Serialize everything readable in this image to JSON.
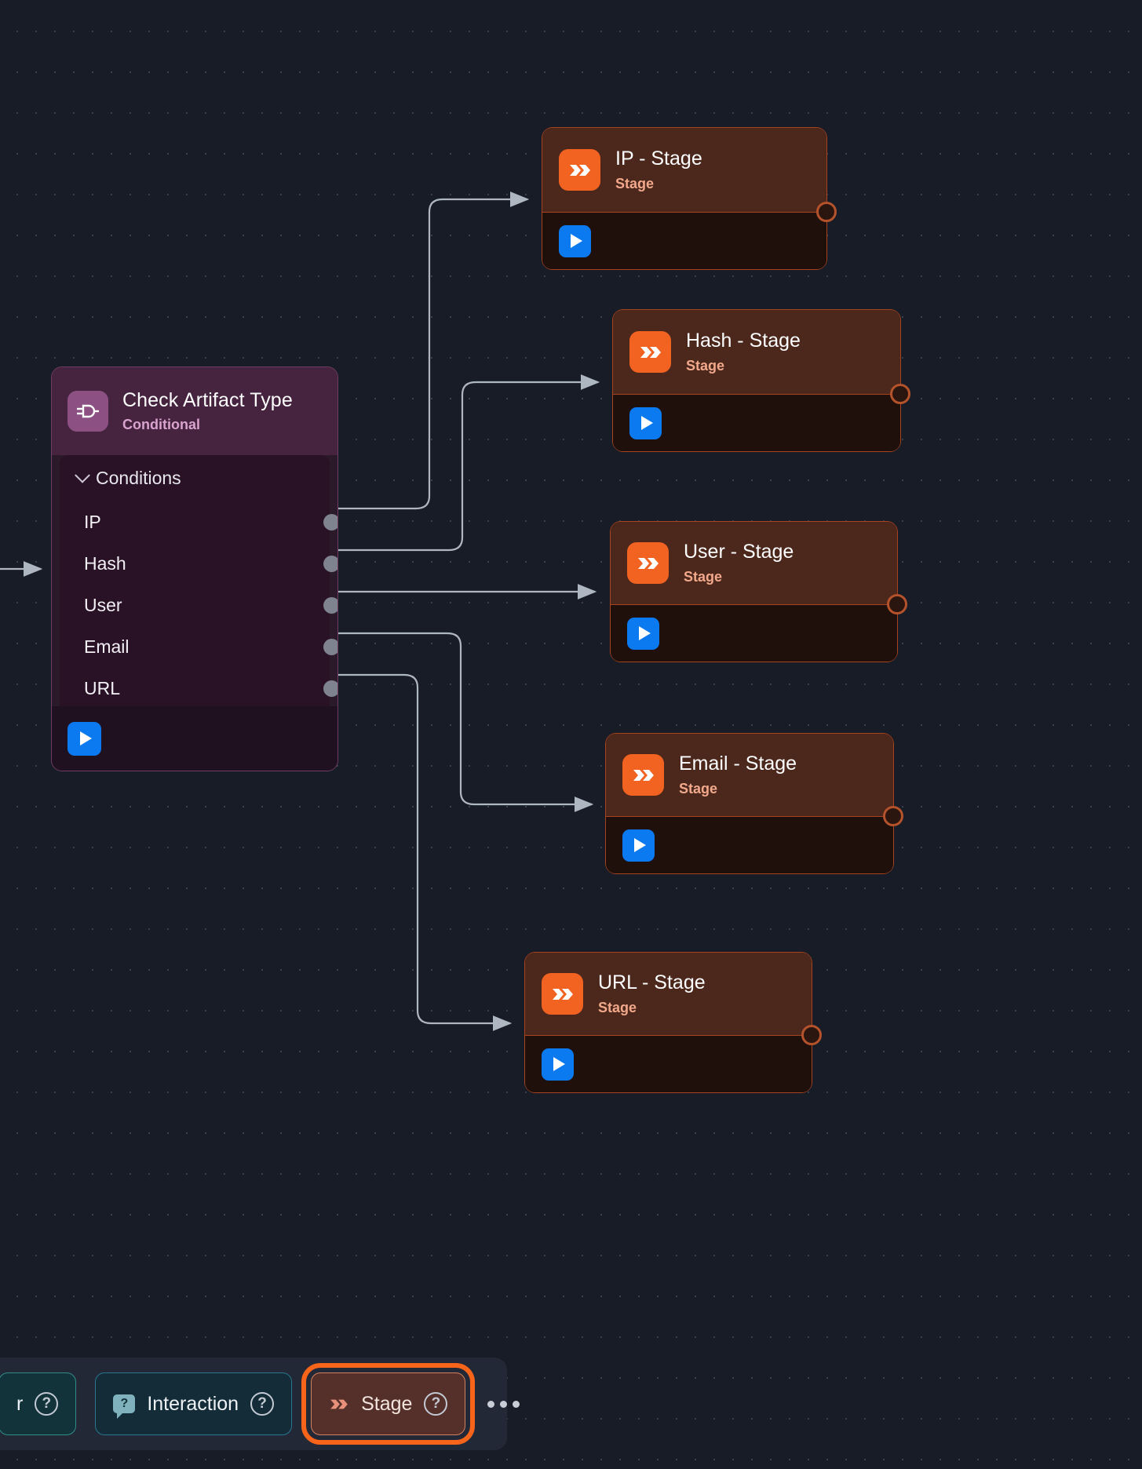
{
  "canvas": {
    "background_color": "#181c26",
    "grid": "dotted"
  },
  "conditional_node": {
    "title": "Check Artifact Type",
    "subtitle": "Conditional",
    "icon": "logic-gate-icon",
    "accent_color": "#8c5182",
    "section_label": "Conditions",
    "conditions": [
      {
        "label": "IP"
      },
      {
        "label": "Hash"
      },
      {
        "label": "User"
      },
      {
        "label": "Email"
      },
      {
        "label": "URL"
      }
    ],
    "run_button_icon": "play-icon"
  },
  "stage_nodes": [
    {
      "title": "IP - Stage",
      "subtitle": "Stage",
      "icon": "double-chevron-icon"
    },
    {
      "title": "Hash - Stage",
      "subtitle": "Stage",
      "icon": "double-chevron-icon"
    },
    {
      "title": "User - Stage",
      "subtitle": "Stage",
      "icon": "double-chevron-icon"
    },
    {
      "title": "Email - Stage",
      "subtitle": "Stage",
      "icon": "double-chevron-icon"
    },
    {
      "title": "URL - Stage",
      "subtitle": "Stage",
      "icon": "double-chevron-icon"
    }
  ],
  "toolbar": {
    "partial_button": {
      "label": "r",
      "help_icon": "question-mark-icon",
      "accent_color": "#2f8d87"
    },
    "interaction_button": {
      "label": "Interaction",
      "icon": "speech-bubble-question-icon",
      "help_icon": "question-mark-icon",
      "accent_color": "#2a7590"
    },
    "stage_button": {
      "label": "Stage",
      "icon": "double-chevron-icon",
      "help_icon": "question-mark-icon",
      "accent_color": "#f9641b",
      "selected": true
    },
    "more_button": {
      "label": "",
      "icon": "ellipsis-icon"
    }
  },
  "colors": {
    "stage_orange": "#f26322",
    "stage_border": "#a7431e",
    "conditional_purple": "#8c5182",
    "run_blue": "#0b79f0",
    "selection_orange": "#f9641b",
    "edge_gray": "#aeb6c2"
  }
}
